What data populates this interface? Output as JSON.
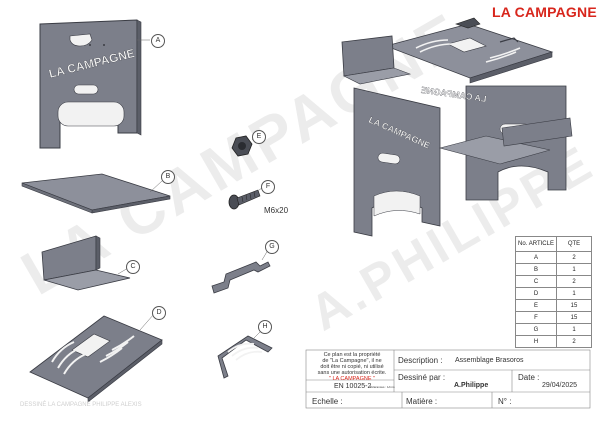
{
  "brand": "LA CAMPAGNE",
  "parts": {
    "a": "A",
    "b": "B",
    "c": "C",
    "d": "D",
    "e": "E",
    "f": "F",
    "g": "G",
    "h": "H",
    "screw_spec": "M6x20",
    "engraving": "LA CAMPAGNE",
    "engraving_mirrored": "LA CAMPAGNE"
  },
  "watermark": {
    "line1": "LA CAMPAGNE",
    "line2": "A.PHILIPPE"
  },
  "parts_table": {
    "col_article": "No. ARTICLE",
    "col_qty": "QTE",
    "rows": [
      {
        "article": "A",
        "qty": "2"
      },
      {
        "article": "B",
        "qty": "1"
      },
      {
        "article": "C",
        "qty": "2"
      },
      {
        "article": "D",
        "qty": "1"
      },
      {
        "article": "E",
        "qty": "15"
      },
      {
        "article": "F",
        "qty": "15"
      },
      {
        "article": "G",
        "qty": "1"
      },
      {
        "article": "H",
        "qty": "2"
      }
    ]
  },
  "title_block": {
    "notice_l1": "Ce plan est la propriété",
    "notice_l2": "de \"La Campagne\", il ne",
    "notice_l3": "doit être ni copié, ni utilisé",
    "notice_l4": "sans une autorisation écrite.",
    "notice_brand": "\" LA CAMPAGNE \"",
    "standard": "EN 10025-2",
    "standard_note": "Tolérances : 1/mm",
    "description_label": "Description :",
    "description_value": "Assemblage Brasoros",
    "drawn_by_label": "Dessiné par :",
    "drawn_by_value": "A.Philippe",
    "date_label": "Date :",
    "date_value": "29/04/2025",
    "scale_label": "Echelle :",
    "material_label": "Matière :",
    "number_label": "N° :",
    "footer": "DESSINÉ LA CAMPAGNE PHILIPPE ALEXIS"
  }
}
